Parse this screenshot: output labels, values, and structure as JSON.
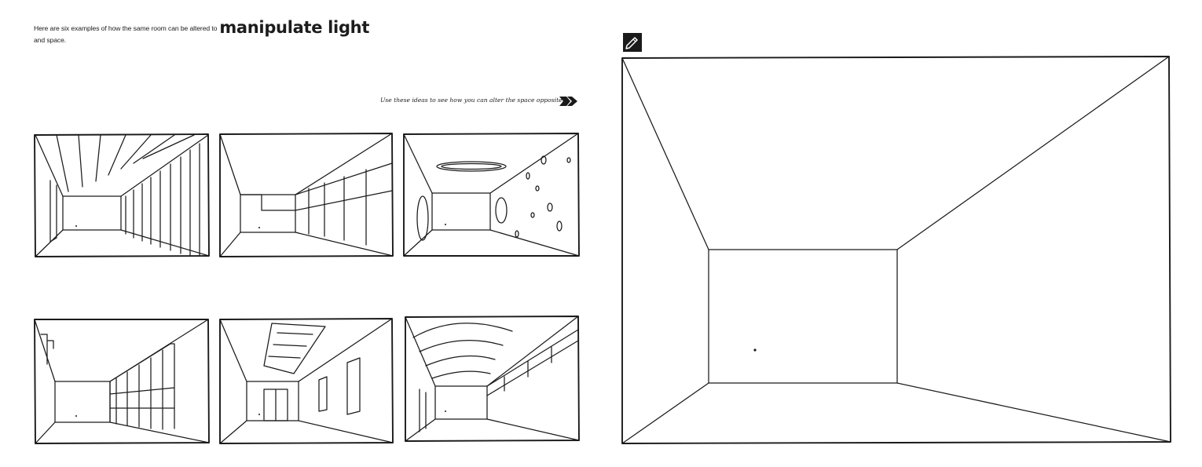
{
  "intro": {
    "text_before": "Here are six examples of how the same room can be altered to",
    "emphasis": "manipulate light",
    "text_after": "and space."
  },
  "hint": {
    "text": "Use these ideas to see how you can alter the space opposite..."
  },
  "icons": {
    "arrow": "double-arrow-right-icon",
    "pencil": "pencil-icon"
  },
  "colors": {
    "ink": "#1a1a1a",
    "paper": "#ffffff"
  }
}
